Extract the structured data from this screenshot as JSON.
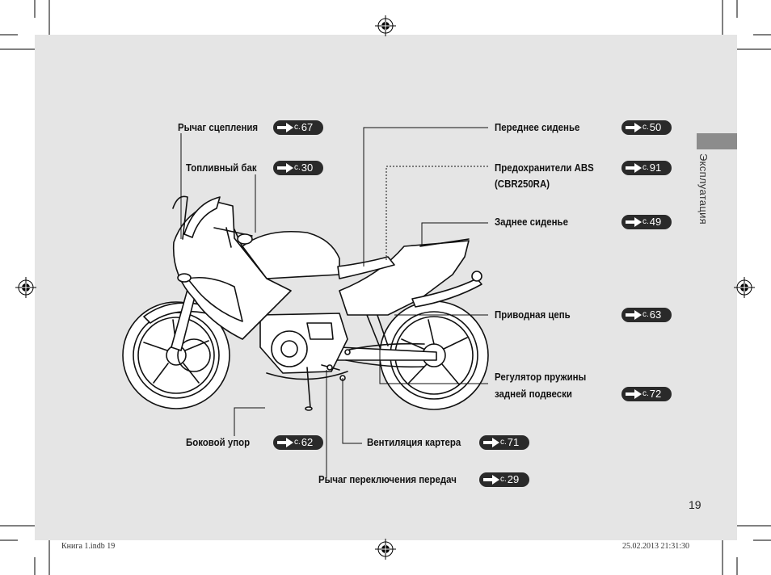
{
  "side_tab": {
    "title": "Эксплуатация"
  },
  "page_number": "19",
  "footer": {
    "left": "Книга 1.indb   19",
    "right": "25.02.2013   21:31:30"
  },
  "ref_prefix": "с.",
  "callouts": {
    "clutch_lever": {
      "label": "Рычаг сцепления",
      "page": "67"
    },
    "fuel_tank": {
      "label": "Топливный бак",
      "page": "30"
    },
    "front_seat": {
      "label": "Переднее сиденье",
      "page": "50"
    },
    "abs_fuses": {
      "label_line1": "Предохранители ABS",
      "label_line2": "(CBR250RA)",
      "page": "91"
    },
    "rear_seat": {
      "label": "Заднее сиденье",
      "page": "49"
    },
    "drive_chain": {
      "label": "Приводная цепь",
      "page": "63"
    },
    "rear_spring": {
      "label_line1": "Регулятор пружины",
      "label_line2": "задней подвески",
      "page": "72"
    },
    "side_stand": {
      "label": "Боковой упор",
      "page": "62"
    },
    "crankcase_breather": {
      "label": "Вентиляция картера",
      "page": "71"
    },
    "gearshift_lever": {
      "label": "Рычаг переключения передач",
      "page": "29"
    }
  }
}
